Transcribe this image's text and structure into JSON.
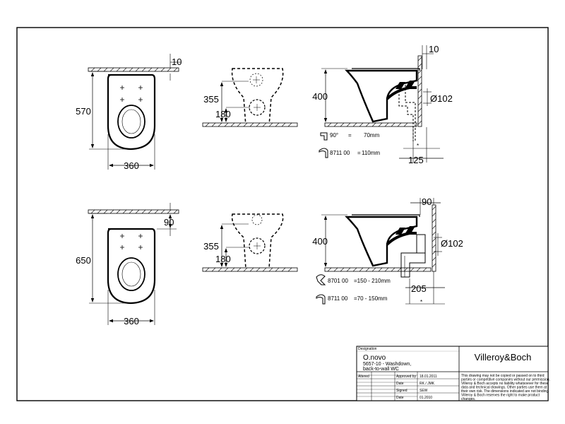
{
  "top": {
    "plan_dims": {
      "depth": "570",
      "width": "360",
      "offset": "10"
    },
    "side_dims": {
      "height": "355",
      "inlet": "180"
    },
    "section_dims": {
      "offset": "10",
      "height": "400",
      "diameter": "Ø102",
      "wall": "125",
      "star": "*"
    },
    "connectors": [
      {
        "label": "90°",
        "eq": "=",
        "value": "70mm"
      },
      {
        "label": "8711 00",
        "eq": "=",
        "value": "110mm"
      }
    ]
  },
  "bottom": {
    "plan_dims": {
      "depth": "650",
      "width": "360",
      "offset": "90"
    },
    "side_dims": {
      "height": "355",
      "inlet": "180"
    },
    "section_dims": {
      "offset": "90",
      "height": "400",
      "diameter": "Ø102",
      "wall": "205",
      "star": "*"
    },
    "connectors": [
      {
        "label": "8701 00",
        "value": "=150 - 210mm"
      },
      {
        "label": "8711 00",
        "value": "=70 - 150mm"
      }
    ]
  },
  "titleblock": {
    "designation_label": "Designation",
    "product": "O.novo",
    "desc_line1": "5657-10 - Washdown,",
    "desc_line2": "back-to-wall WC",
    "brand": "Villeroy&Boch",
    "altered_label": "Altered",
    "rows": [
      {
        "label": "Approved by",
        "value": "18.01.2011"
      },
      {
        "label": "Date",
        "value": "RK / JMK"
      },
      {
        "label": "Signed",
        "value": "SEW"
      },
      {
        "label": "Date",
        "value": "01.2010"
      }
    ],
    "disclaimer": [
      "This drawing may not be copied or passed on to third",
      "parties or competitive companies without our permission.",
      "Villeroy & Boch accepts no liability whatsoever for these",
      "data and technical drawings. Other parties use them at",
      "their own risk. The dimensions indicated are not binding.",
      "Villeroy & Boch reserves the right to make product",
      "changes."
    ]
  }
}
